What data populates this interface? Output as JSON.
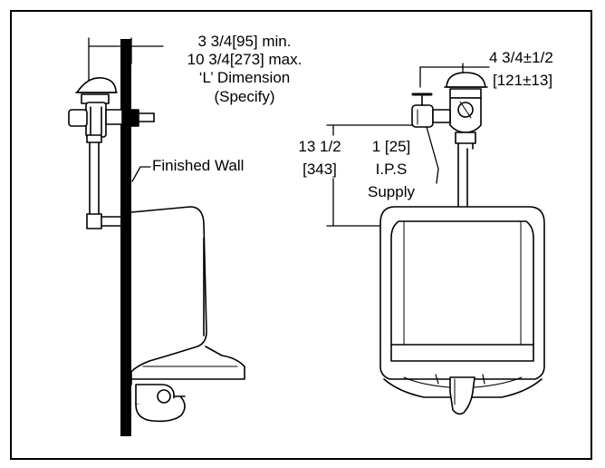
{
  "labels": {
    "l_min": "3 3/4[95] min.",
    "l_max": "10 3/4[273] max.",
    "l_dim": "‘L’ Dimension",
    "l_specify": "(Specify)",
    "finished_wall": "Finished Wall",
    "h_in": "13 1/2",
    "h_mm": "[343]",
    "pipe_in": "1 [25]",
    "pipe_ips": "I.P.S",
    "pipe_supply": "Supply",
    "offset_in": "4 3/4±1/2",
    "offset_mm": "[121±13]"
  }
}
